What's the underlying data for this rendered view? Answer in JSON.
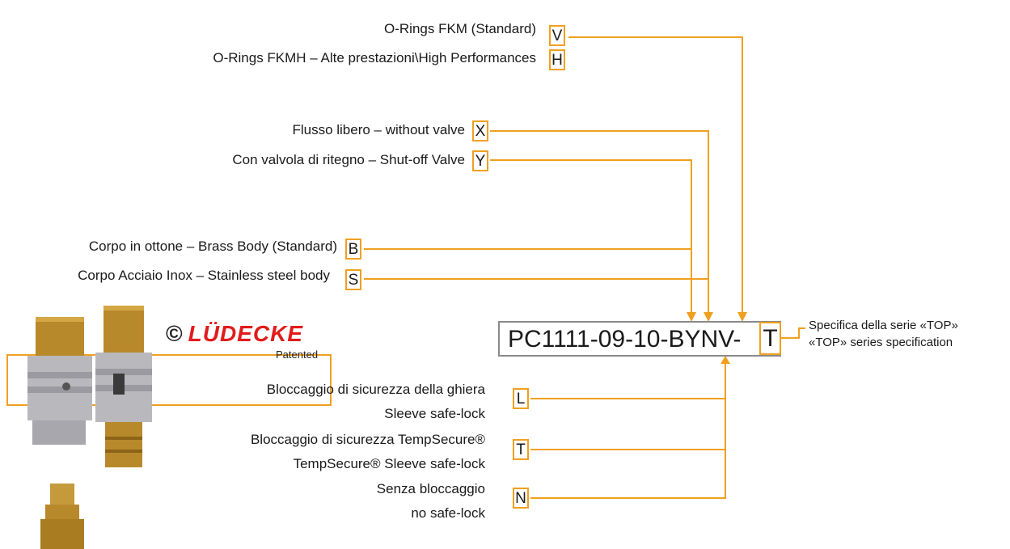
{
  "oring": {
    "options": [
      {
        "label": "O-Rings FKM (Standard)",
        "letter": "V"
      },
      {
        "label": "O-Rings FKMH – Alte prestazioni\\High Performances",
        "letter": "H"
      }
    ]
  },
  "valve": {
    "options": [
      {
        "label": "Flusso libero – without valve",
        "letter": "X"
      },
      {
        "label": "Con valvola di ritegno – Shut-off Valve",
        "letter": "Y"
      }
    ]
  },
  "body": {
    "options": [
      {
        "label": "Corpo in ottone – Brass Body (Standard)",
        "letter": "B"
      },
      {
        "label": "Corpo Acciaio Inox – Stainless steel body",
        "letter": "S"
      }
    ]
  },
  "lock": {
    "options": [
      {
        "line1": "Bloccaggio di sicurezza della ghiera",
        "line2": "Sleeve safe-lock",
        "letter": "L"
      },
      {
        "line1": "Bloccaggio di sicurezza TempSecure®",
        "line2": "TempSecure® Sleeve safe-lock",
        "letter": "T"
      },
      {
        "line1": "Senza bloccaggio",
        "line2": "no safe-lock",
        "letter": "N"
      }
    ]
  },
  "code": {
    "prefix": "PC1111-09-10-BYNV-",
    "last": "T"
  },
  "series": {
    "line1": "Specifica della serie «TOP»",
    "line2": "«TOP» series specification"
  },
  "brand": {
    "copyright": "©",
    "name": "LÜDECKE",
    "patented": "Patented"
  },
  "colors": {
    "accent": "#f0a020",
    "brand": "#e11b1b",
    "code_border": "#8a8a8a"
  }
}
